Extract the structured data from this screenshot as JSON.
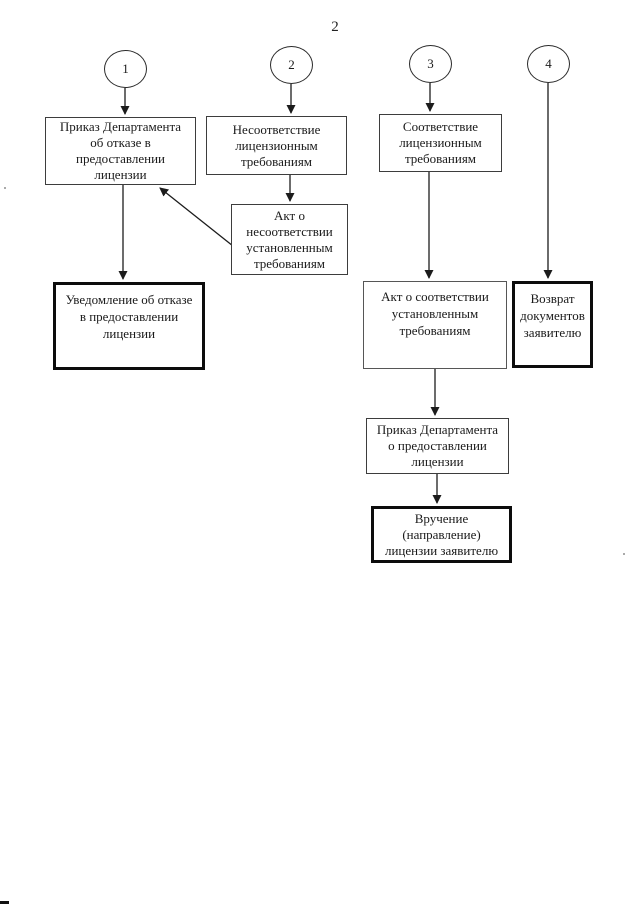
{
  "page": {
    "number": "2"
  },
  "connectors": {
    "circles": [
      {
        "label": "1"
      },
      {
        "label": "2"
      },
      {
        "label": "3"
      },
      {
        "label": "4"
      }
    ]
  },
  "nodes": {
    "order_refusal": {
      "text": "Приказ Департамента\nоб отказе в\nпредоставлении\nлицензии"
    },
    "noncompliance": {
      "text": "Несоответствие\nлицензионным\nтребованиям"
    },
    "compliance": {
      "text": "Соответствие\nлицензионным\nтребованиям"
    },
    "act_noncompliance": {
      "text": "Акт о\nнесоответствии\nустановленным\nтребованиям"
    },
    "notice_refusal": {
      "text": "Уведомление об отказе\nв предоставлении\nлицензии"
    },
    "act_compliance": {
      "text": "Акт о соответствии\nустановленным\nтребованиям"
    },
    "return_docs": {
      "text": "Возврат\nдокументов\nзаявителю"
    },
    "order_grant": {
      "text": "Приказ Департамента\nо предоставлении\nлицензии"
    },
    "delivery": {
      "text": "Вручение\n(направление)\nлицензии заявителю"
    }
  },
  "edges": [
    {
      "from": "circle-1",
      "to": "order_refusal"
    },
    {
      "from": "circle-2",
      "to": "noncompliance"
    },
    {
      "from": "circle-3",
      "to": "compliance"
    },
    {
      "from": "circle-4",
      "to": "return_docs"
    },
    {
      "from": "order_refusal",
      "to": "notice_refusal"
    },
    {
      "from": "noncompliance",
      "to": "act_noncompliance"
    },
    {
      "from": "act_noncompliance",
      "to": "order_refusal"
    },
    {
      "from": "compliance",
      "to": "act_compliance"
    },
    {
      "from": "act_compliance",
      "to": "order_grant"
    },
    {
      "from": "order_grant",
      "to": "delivery"
    }
  ],
  "colors": {
    "ink": "#1a1a1a",
    "thick_border": "#0c0c0c",
    "thin_border": "#3d3d3d",
    "paper": "#ffffff"
  }
}
